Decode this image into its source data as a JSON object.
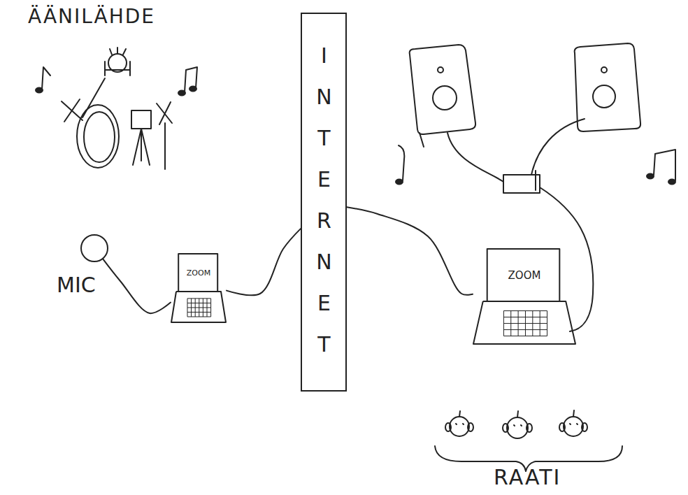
{
  "diagram": {
    "nodes": [
      {
        "text": [
          "MIC"
        ]
      },
      {
        "text": [
          "ZOOM"
        ]
      },
      {
        "text": [
          "INTERNET"
        ]
      },
      {
        "text": [
          "ZOOM"
        ]
      }
    ],
    "edges": [
      {
        "from": 0,
        "to": 1,
        "arrow": "none"
      },
      {
        "from": 1,
        "to": 2,
        "arrow": "none"
      },
      {
        "from": 2,
        "to": 3,
        "arrow": "none"
      }
    ],
    "labels": [
      "ÄÄNILÄHDE",
      "RAATI"
    ]
  }
}
